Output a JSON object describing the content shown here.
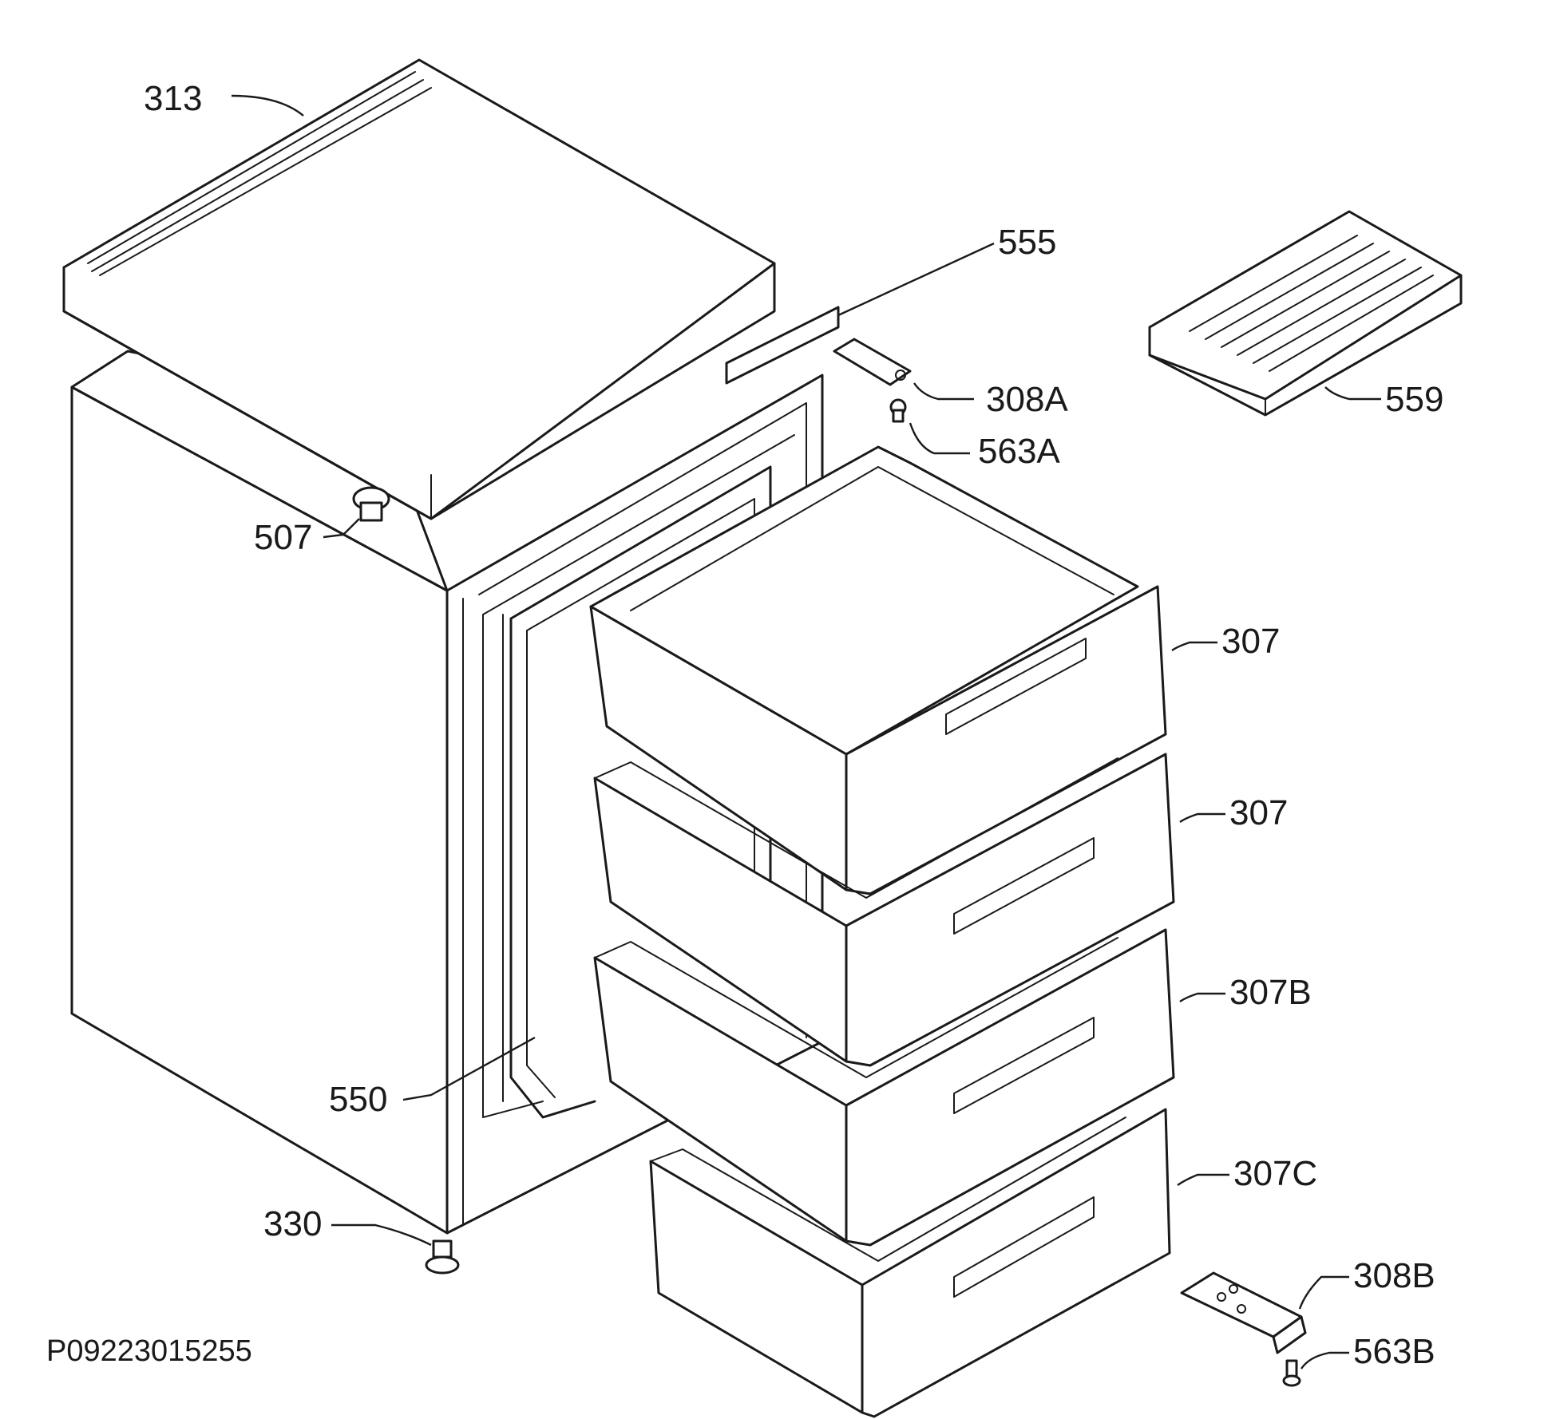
{
  "parts": [
    {
      "id": "lid",
      "label": "313"
    },
    {
      "id": "strip",
      "label": "555"
    },
    {
      "id": "ice-tray",
      "label": "559"
    },
    {
      "id": "hinge-top",
      "label": "308A"
    },
    {
      "id": "pin-top",
      "label": "563A"
    },
    {
      "id": "plug",
      "label": "507"
    },
    {
      "id": "drawer-1",
      "label": "307"
    },
    {
      "id": "drawer-2",
      "label": "307"
    },
    {
      "id": "drawer-3",
      "label": "307B"
    },
    {
      "id": "drawer-4",
      "label": "307C"
    },
    {
      "id": "gasket",
      "label": "550"
    },
    {
      "id": "foot",
      "label": "330"
    },
    {
      "id": "hinge-bottom",
      "label": "308B"
    },
    {
      "id": "pin-bottom",
      "label": "563B"
    }
  ],
  "diagram_code": "P09223015255",
  "colors": {
    "ink": "#1a1a1a",
    "paper": "#ffffff"
  }
}
